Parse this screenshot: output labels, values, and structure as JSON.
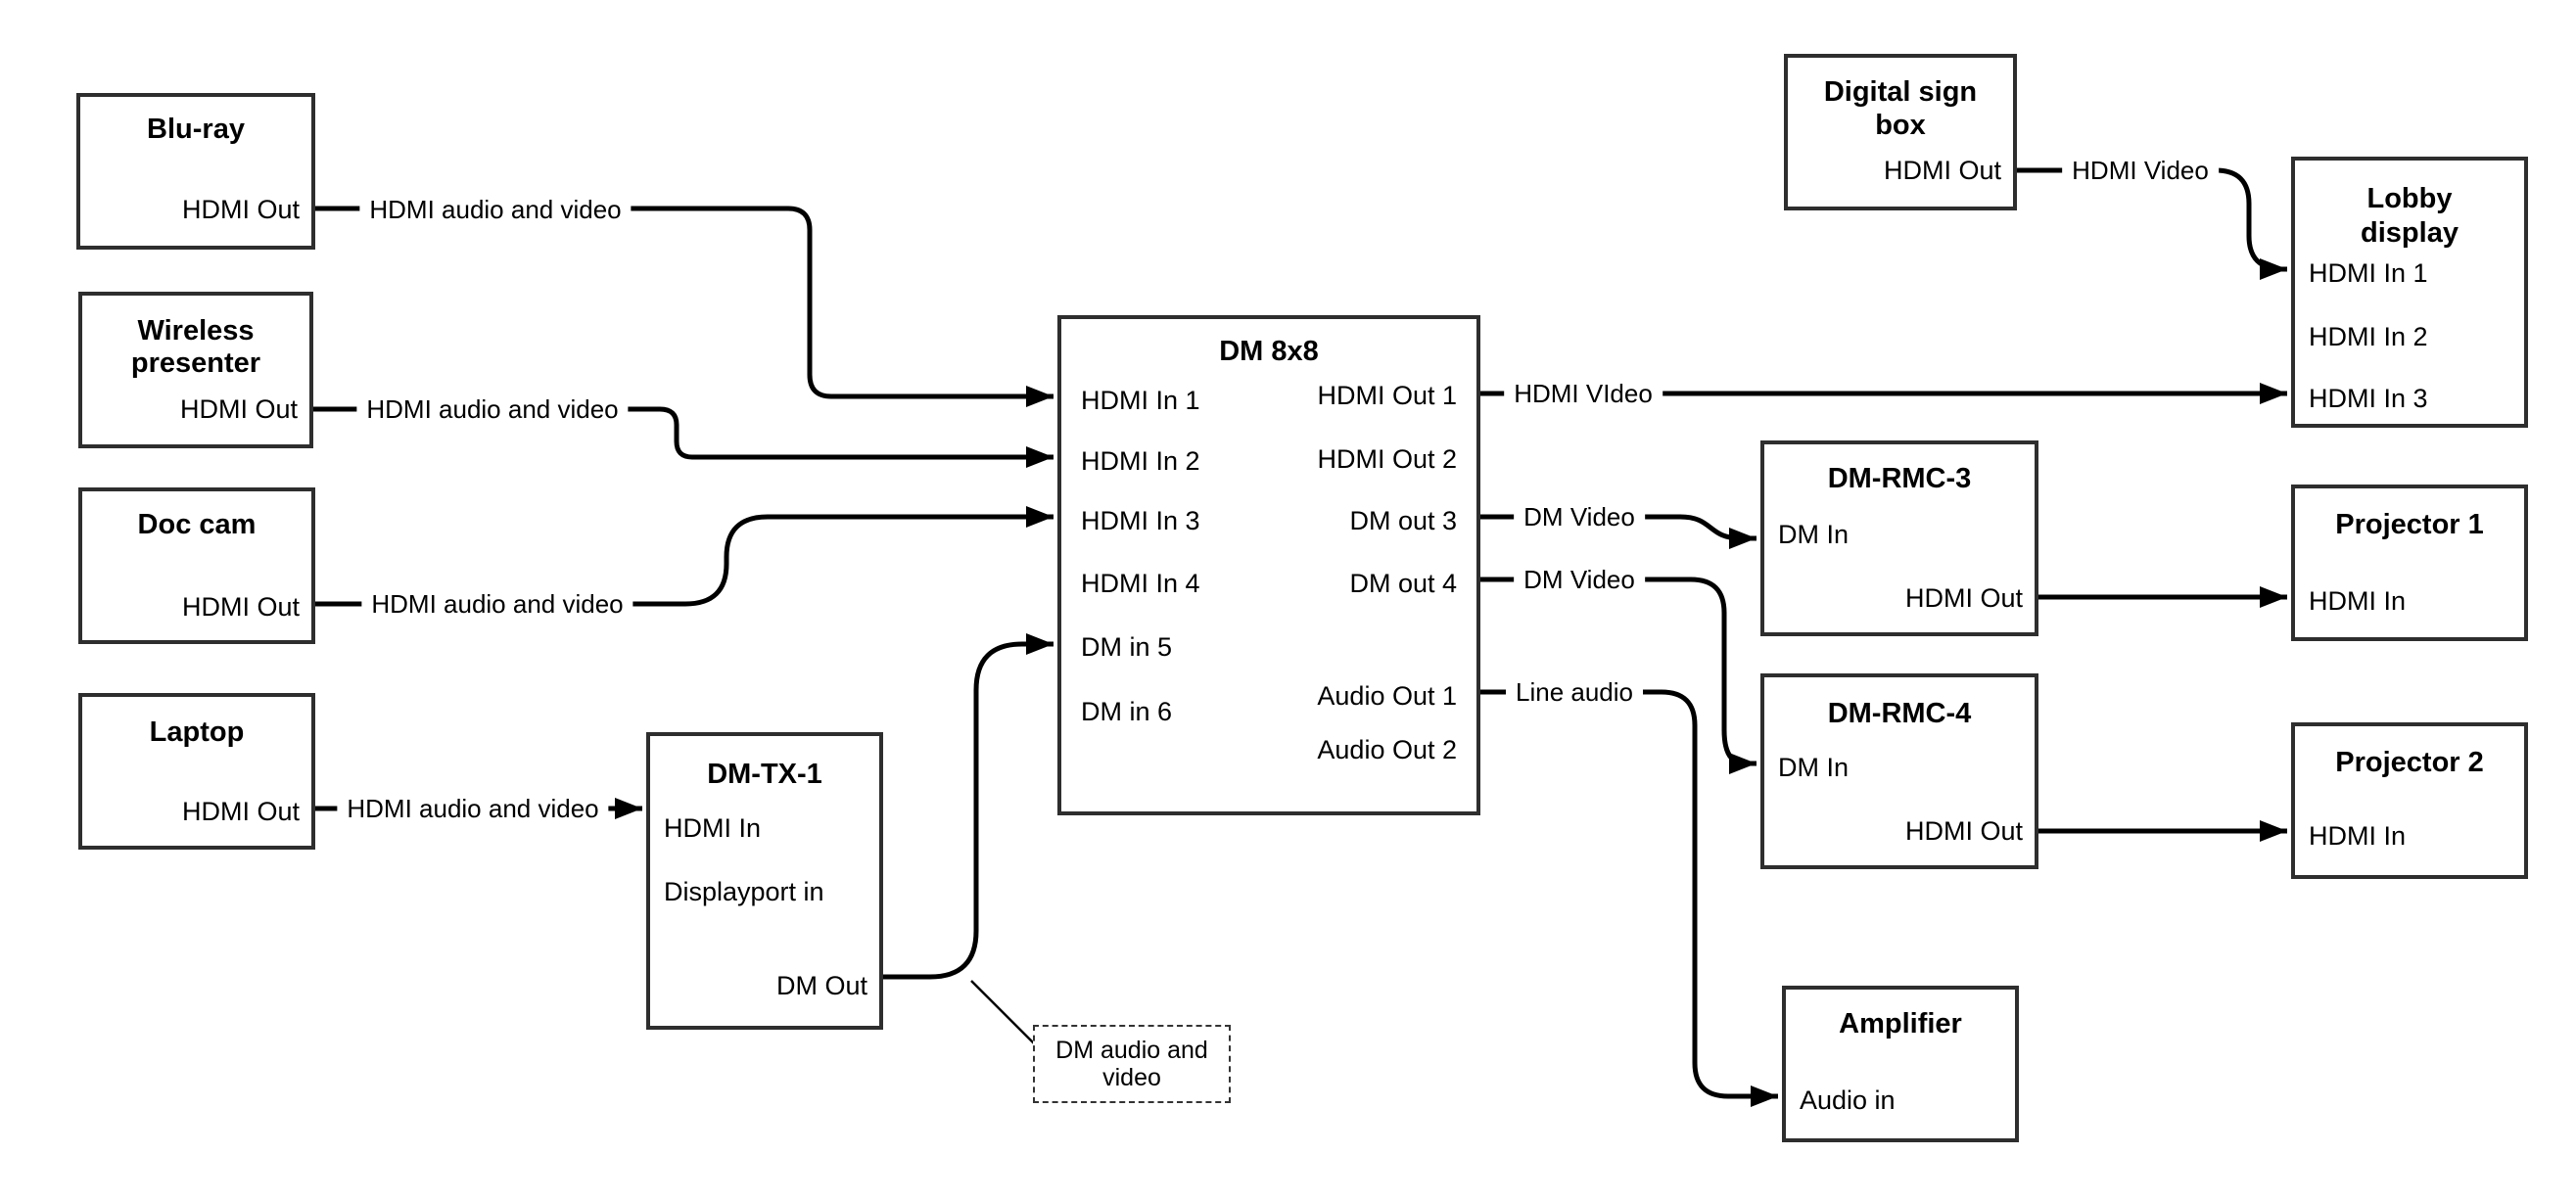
{
  "nodes": {
    "bluray": {
      "title": "Blu-ray",
      "out_port": "HDMI Out"
    },
    "wireless": {
      "title": "Wireless presenter",
      "out_port": "HDMI Out"
    },
    "doccam": {
      "title": "Doc cam",
      "out_port": "HDMI Out"
    },
    "laptop": {
      "title": "Laptop",
      "out_port": "HDMI Out"
    },
    "dmtx1": {
      "title": "DM-TX-1",
      "in_port1": "HDMI In",
      "in_port2": "Displayport in",
      "out_port": "DM Out"
    },
    "dm8x8": {
      "title": "DM 8x8",
      "inputs": [
        "HDMI In 1",
        "HDMI In 2",
        "HDMI In 3",
        "HDMI In 4",
        "DM in 5",
        "DM in 6"
      ],
      "outputs": [
        "HDMI Out 1",
        "HDMI Out 2",
        "DM out 3",
        "DM out 4",
        "Audio Out 1",
        "Audio Out 2"
      ]
    },
    "digital_sign": {
      "title": "Digital sign box",
      "out_port": "HDMI Out"
    },
    "lobby": {
      "title": "Lobby display",
      "inputs": [
        "HDMI In 1",
        "HDMI In 2",
        "HDMI In 3"
      ]
    },
    "dmrmc3": {
      "title": "DM-RMC-3",
      "in_port": "DM In",
      "out_port": "HDMI Out"
    },
    "dmrmc4": {
      "title": "DM-RMC-4",
      "in_port": "DM In",
      "out_port": "HDMI Out"
    },
    "proj1": {
      "title": "Projector 1",
      "in_port": "HDMI In"
    },
    "proj2": {
      "title": "Projector 2",
      "in_port": "HDMI In"
    },
    "amp": {
      "title": "Amplifier",
      "in_port": "Audio in"
    }
  },
  "edge_labels": {
    "bluray_dm": "HDMI audio and video",
    "wireless_dm": "HDMI audio and video",
    "doccam_dm": "HDMI audio and video",
    "laptop_tx": "HDMI audio and video",
    "out1_lobby": "HDMI VIdeo",
    "sign_lobby": "HDMI Video",
    "dmout3_rmc3": "DM Video",
    "dmout4_rmc4": "DM Video",
    "audio1_amp": "Line audio"
  },
  "callout": {
    "text": "DM audio and video"
  },
  "colors": {
    "background": "#ffffff",
    "border": "#2e2e2e",
    "line": "#000000",
    "text": "#000000"
  }
}
